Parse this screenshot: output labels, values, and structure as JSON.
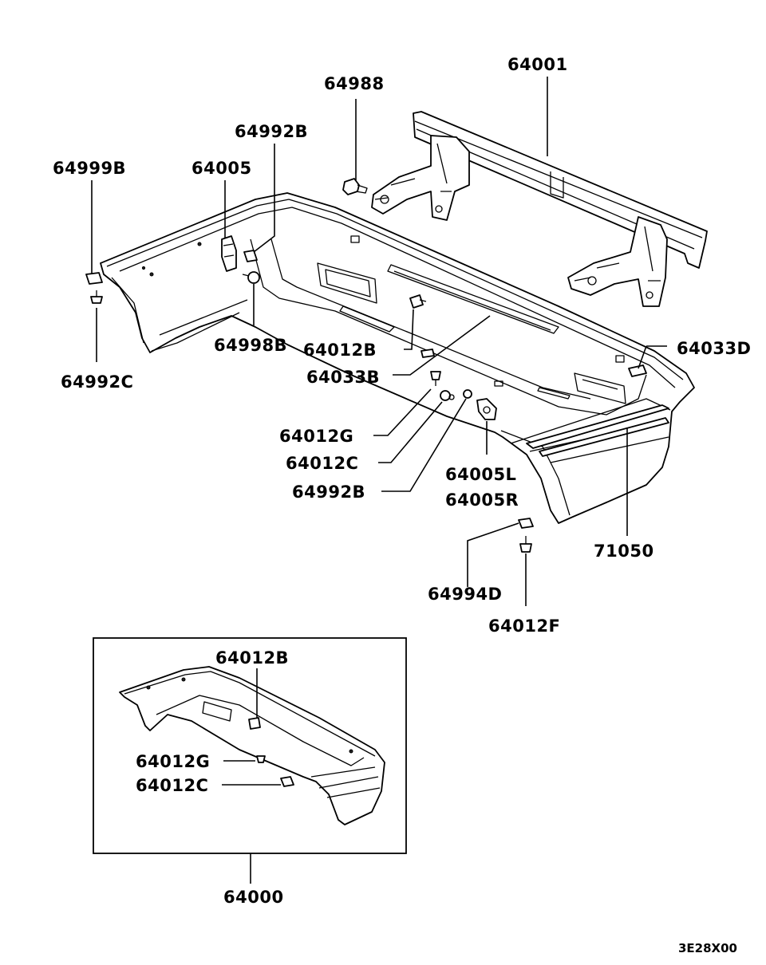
{
  "diagram": {
    "labels": {
      "l64001": "64001",
      "l64988": "64988",
      "l64992B_top": "64992B",
      "l64999B": "64999B",
      "l64005": "64005",
      "l64998B": "64998B",
      "l64992C": "64992C",
      "l64012B_main": "64012B",
      "l64033B": "64033B",
      "l64033D": "64033D",
      "l64012G_main": "64012G",
      "l64012C_main": "64012C",
      "l64992B_mid": "64992B",
      "l64005L": "64005L",
      "l64005R": "64005R",
      "l71050": "71050",
      "l64994D": "64994D",
      "l64012F": "64012F",
      "l64012B_inset": "64012B",
      "l64012G_inset": "64012G",
      "l64012C_inset": "64012C",
      "l64000": "64000"
    },
    "drawing_code": "3E28X00"
  }
}
